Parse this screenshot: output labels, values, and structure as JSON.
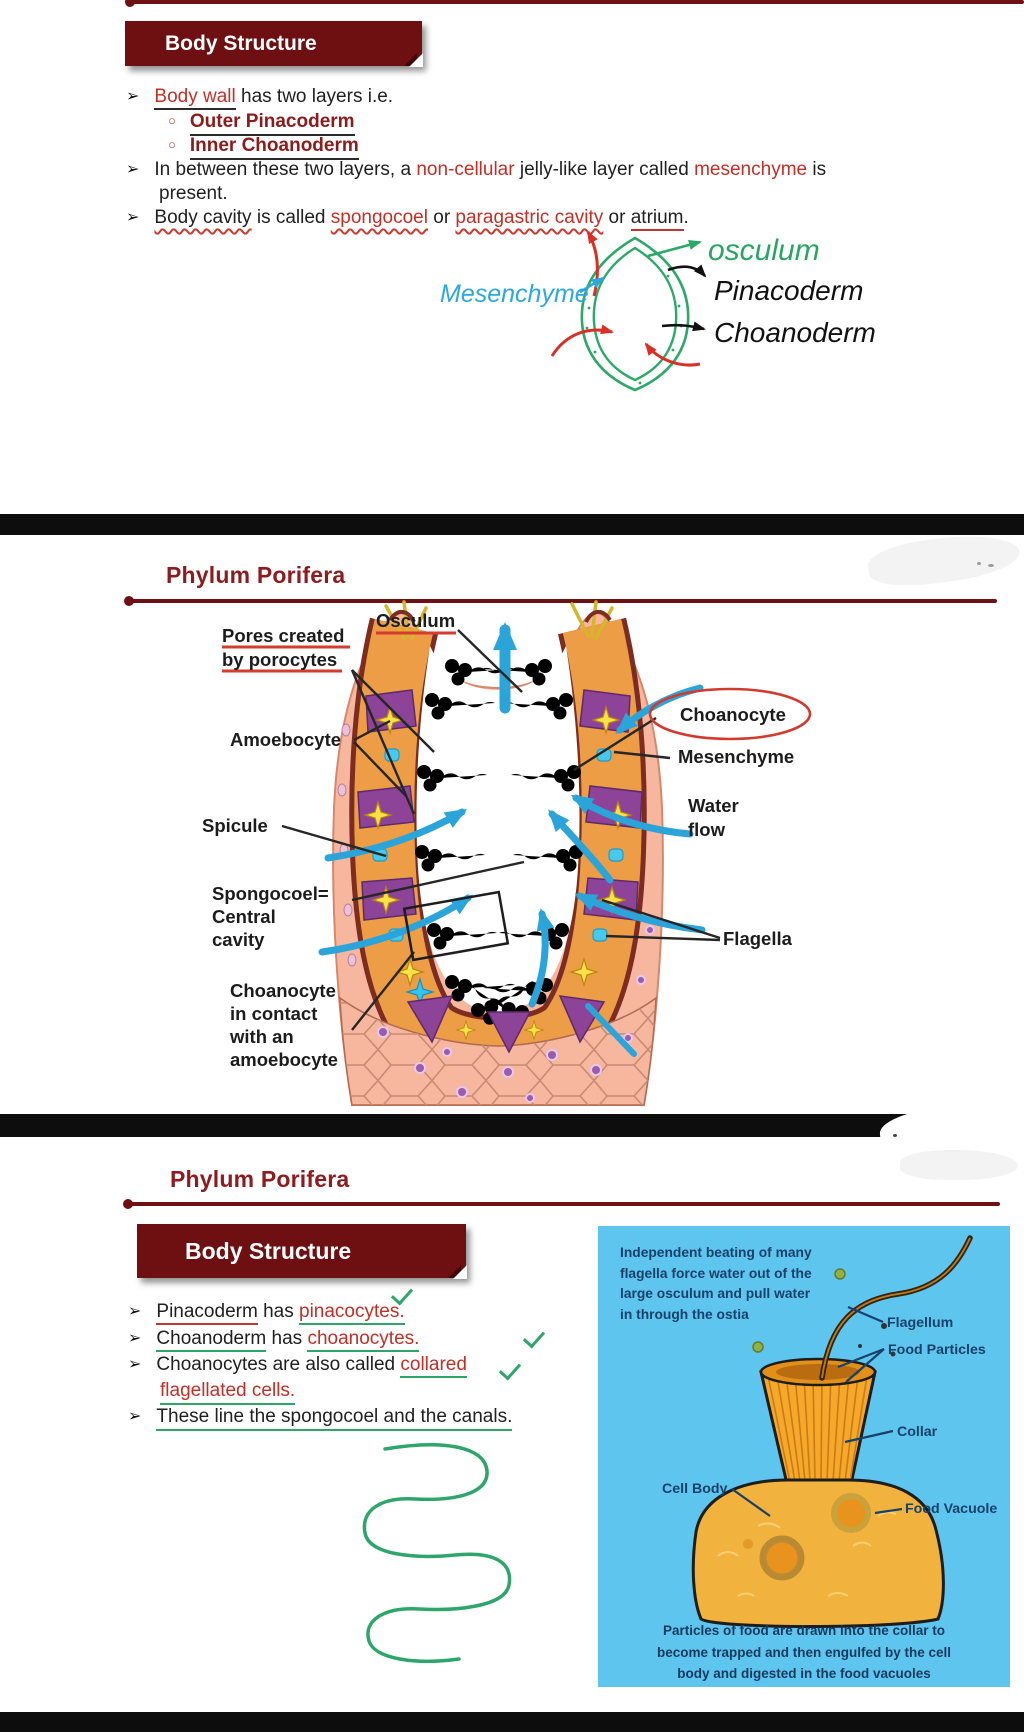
{
  "markers": {
    "arrow": "➢",
    "circle": "○"
  },
  "slide1": {
    "header": "Body Structure",
    "b1_red": "Body wall",
    "b1_rest": " has two layers i.e.",
    "sub1": "Outer Pinacoderm",
    "sub2": "Inner Choanoderm",
    "b2_1": "In between these two layers, a ",
    "b2_red1": "non-cellular",
    "b2_2": " jelly-like layer called ",
    "b2_red2": "mesenchyme",
    "b2_3": " is",
    "b2_4": "present.",
    "b3_1": "Body cavity",
    "b3_2": " is called ",
    "b3_red1": "spongocoel",
    "b3_3": " or ",
    "b3_red2": "paragastric cavity",
    "b3_4": " or ",
    "b3_5": "atrium",
    "b3_6": ".",
    "sketch": {
      "osculum": "osculum",
      "mesenchyme": "Mesenchyme",
      "pinacoderm": "Pinacoderm",
      "choanoderm": "Choanoderm"
    }
  },
  "slide2": {
    "title": "Phylum Porifera",
    "labels": {
      "pores1": "Pores created",
      "pores2": "by porocytes",
      "osculum": "Osculum",
      "amoebocyte": "Amoebocyte",
      "spicule": "Spicule",
      "spongocoel1": "Spongocoel=",
      "spongocoel2": "Central",
      "spongocoel3": "cavity",
      "contact1": "Choanocyte",
      "contact2": "in contact",
      "contact3": "with an",
      "contact4": "amoebocyte",
      "choanocyte": "Choanocyte",
      "mesenchyme": "Mesenchyme",
      "water1": "Water",
      "water2": "flow",
      "flagella": "Flagella"
    }
  },
  "slide3": {
    "title": "Phylum Porifera",
    "header": "Body Structure",
    "b1_black": "Pinacoderm",
    "b1_mid": " has ",
    "b1_red": "pinacocytes.",
    "b2_black": "Choanoderm",
    "b2_mid": " has ",
    "b2_red": "choanocytes.",
    "b3_black": "Choanocytes are also called ",
    "b3_red1": "collared",
    "b3_red2": "flagellated cells.",
    "b4": "These line the spongocoel and the canals.",
    "panel": {
      "desc": [
        "Independent beating of many",
        "flagella force water out of the",
        "large osculum and pull water",
        "in through the ostia"
      ],
      "labels": {
        "flagellum": "Flagellum",
        "food_particles": "Food Particles",
        "collar": "Collar",
        "cell_body": "Cell Body",
        "food_vacuole": "Food Vacuole"
      },
      "caption": [
        "Particles of food are drawn into the collar to",
        "become trapped and then engulfed by the cell",
        "body and digested in the food vacuoles"
      ]
    }
  },
  "colors": {
    "maroon": "#6e0f12",
    "red_accent": "#c22f26",
    "green": "#2ea56a",
    "blue_arrow": "#2ba4da",
    "panel_blue": "#5ec5ef",
    "navy": "#17416b"
  }
}
